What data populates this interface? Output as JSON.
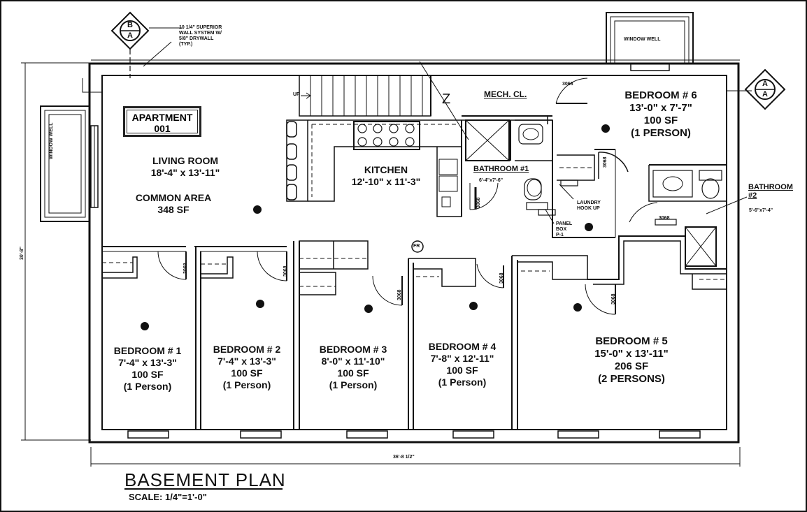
{
  "plan_title": "BASEMENT PLAN",
  "scale": "SCALE: 1/4\"=1'-0\"",
  "apartment": {
    "label": "APARTMENT",
    "number": "001"
  },
  "rooms": {
    "living": {
      "line1": "LIVING ROOM",
      "line2": "18'-4\" x 13'-11\""
    },
    "common": {
      "line1": "COMMON AREA",
      "line2": "348 SF"
    },
    "kitchen": {
      "line1": "KITCHEN",
      "line2": "12'-10\" x 11'-3\""
    },
    "bedroom1": {
      "name": "BEDROOM # 1",
      "dims": "7'-4\" x 13'-3\"",
      "area": "100 SF",
      "occ": "(1 Person)"
    },
    "bedroom2": {
      "name": "BEDROOM # 2",
      "dims": "7'-4\" x 13'-3\"",
      "area": "100 SF",
      "occ": "(1 Person)"
    },
    "bedroom3": {
      "name": "BEDROOM # 3",
      "dims": "8'-0\" x 11'-10\"",
      "area": "100 SF",
      "occ": "(1 Person)"
    },
    "bedroom4": {
      "name": "BEDROOM # 4",
      "dims": "7'-8\" x 12'-11\"",
      "area": "100 SF",
      "occ": "(1 Person)"
    },
    "bedroom5": {
      "name": "BEDROOM # 5",
      "dims": "15'-0\" x 13'-11\"",
      "area": "206 SF",
      "occ": "(2 PERSONS)"
    },
    "bedroom6": {
      "name": "BEDROOM # 6",
      "dims": "13'-0\" x 7'-7\"",
      "area": "100 SF",
      "occ": "(1 PERSON)"
    }
  },
  "bathroom1": {
    "label": "BATHROOM #1",
    "dims": "6'-4\"x7'-6\""
  },
  "bathroom2": {
    "label": "BATHROOM",
    "num": "#2",
    "dims": "5'-6\"x7'-4\""
  },
  "mech": "MECH. CL.",
  "laundry": {
    "line1": "LAUNDRY",
    "line2": "HOOK UP"
  },
  "panel": {
    "line1": "PANEL",
    "line2": "BOX",
    "line3": "P-1"
  },
  "wall_note": {
    "line1": "10 1/4\" SUPERIOR",
    "line2": "WALL SYSTEM W/",
    "line3": "5/8\" DRYWALL",
    "line4": "(TYP.)"
  },
  "window_well": "WINDOW WELL",
  "window_well_side": "WINDOW WELL",
  "up": "UP",
  "section_b": {
    "top": "B",
    "bottom": "A"
  },
  "section_a": {
    "top": "A",
    "bottom": "A"
  },
  "fr_tag": "FR",
  "dim_bottom": "36'-8 1/2\"",
  "dim_side": "30'-8\"",
  "door_tag": "3068",
  "stair_mark": "Z"
}
